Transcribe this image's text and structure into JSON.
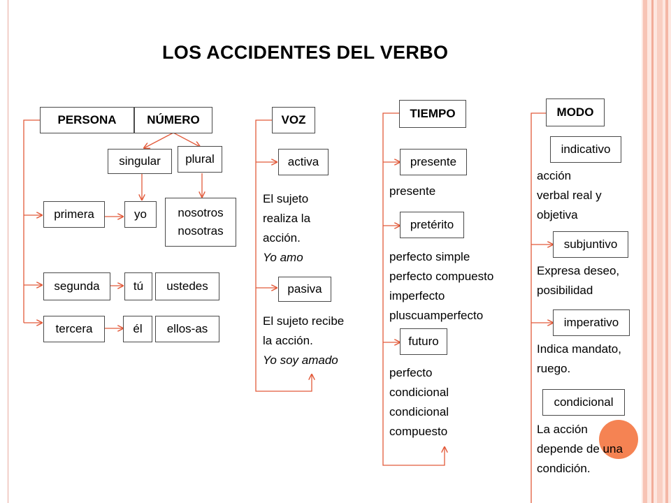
{
  "title": "LOS ACCIDENTES DEL VERBO",
  "colors": {
    "frame": "#e8a99e",
    "stripe_light": "#fbd9cf",
    "stripe_mid": "#f6b8a6",
    "accent_dot": "#f47c4a",
    "connector": "#e25a3a"
  },
  "persona": {
    "header": "PERSONA",
    "items": [
      "primera",
      "segunda",
      "tercera"
    ]
  },
  "numero": {
    "header": "NÚMERO",
    "singular": "singular",
    "plural": "plural",
    "primera_singular": "yo",
    "primera_plural": [
      "nosotros",
      "nosotras"
    ],
    "segunda_singular": "tú",
    "segunda_plural": "ustedes",
    "tercera_singular": "él",
    "tercera_plural": "ellos-as"
  },
  "voz": {
    "header": "VOZ",
    "activa": "activa",
    "activa_desc": [
      "El sujeto",
      "realiza la",
      "acción."
    ],
    "activa_example": "Yo amo",
    "pasiva": "pasiva",
    "pasiva_desc": [
      "El sujeto recibe",
      "la acción."
    ],
    "pasiva_example": "Yo  soy amado"
  },
  "tiempo": {
    "header": "TIEMPO",
    "presente": "presente",
    "presente_sub": [
      "presente"
    ],
    "preterito": "pretérito",
    "preterito_sub": [
      "perfecto simple",
      "perfecto compuesto",
      "imperfecto",
      "pluscuamperfecto"
    ],
    "futuro": "futuro",
    "futuro_sub": [
      "perfecto",
      "condicional",
      "condicional",
      "compuesto"
    ]
  },
  "modo": {
    "header": "MODO",
    "indicativo": "indicativo",
    "indicativo_desc": [
      "acción",
      "verbal real y",
      "objetiva"
    ],
    "subjuntivo": "subjuntivo",
    "subjuntivo_desc": [
      "Expresa deseo,",
      "posibilidad"
    ],
    "imperativo": "imperativo",
    "imperativo_desc": [
      "Indica mandato,",
      "ruego."
    ],
    "condicional": "condicional",
    "condicional_desc": [
      "La acción",
      "depende de una",
      "condición."
    ]
  }
}
